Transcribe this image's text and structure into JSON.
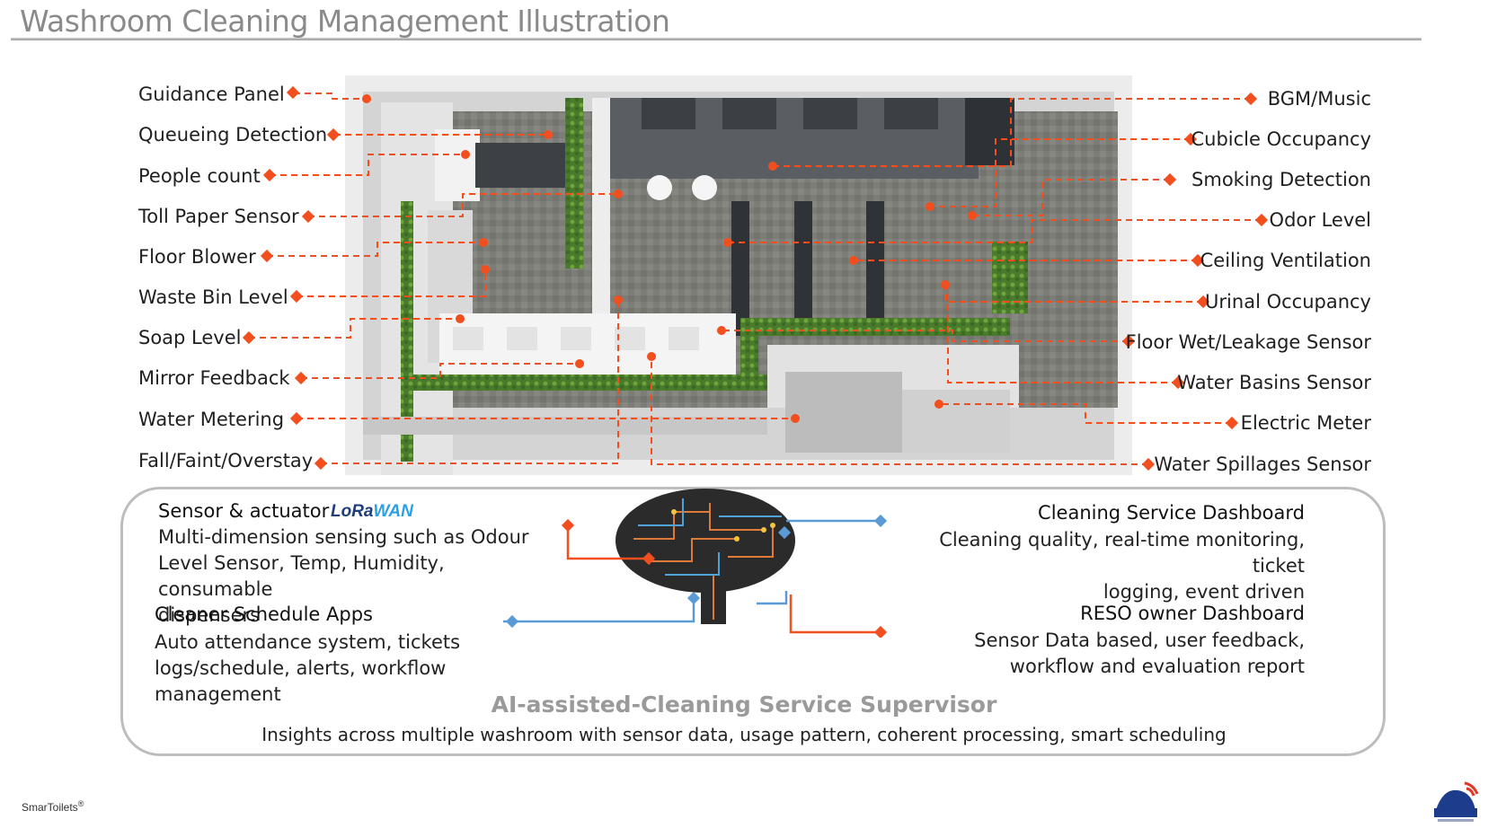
{
  "title": "Washroom Cleaning Management Illustration",
  "left_labels": [
    "Guidance Panel",
    "Queueing Detection",
    "People count",
    "Toll Paper Sensor",
    "Floor Blower",
    "Waste Bin Level",
    "Soap Level",
    "Mirror Feedback",
    "Water Metering",
    "Fall/Faint/Overstay"
  ],
  "right_labels": [
    "BGM/Music",
    "Cubicle  Occupancy",
    "Smoking Detection",
    "Odor Level",
    "Ceiling Ventilation",
    "Urinal Occupancy",
    "Floor Wet/Leakage Sensor",
    "Water Basins Sensor",
    "Electric Meter",
    "Water Spillages Sensor"
  ],
  "sensor": {
    "heading": "Sensor & actuator",
    "badge_lo": "LoRa",
    "badge_wan": "WAN",
    "lines": [
      "Multi-dimension sensing such as Odour",
      "Level Sensor, Temp, Humidity,  consumable",
      "dispensers"
    ]
  },
  "cleaner": {
    "heading": "Cleaner Schedule Apps",
    "lines": [
      "Auto attendance system, tickets",
      "logs/schedule, alerts, workflow",
      "management"
    ]
  },
  "cleaning_dashboard": {
    "heading": "Cleaning Service Dashboard",
    "lines": [
      "Cleaning quality, real-time monitoring, ticket",
      "logging, event driven"
    ]
  },
  "reso_dashboard": {
    "heading": "RESO owner Dashboard",
    "lines": [
      "Sensor Data based, user feedback,",
      "workflow and evaluation report"
    ]
  },
  "supervisor": {
    "title": "AI-assisted-Cleaning Service Supervisor",
    "description": "Insights across multiple washroom with sensor data, usage pattern, coherent processing, smart scheduling"
  },
  "footer": {
    "left_brand": "SmarToilets",
    "left_mark": "®",
    "logo_icon": "washroom-logo-icon"
  },
  "colors": {
    "accent": "#f24e1e",
    "connector_blue": "#5b9bd5",
    "title_gray": "#8a8a8a"
  }
}
